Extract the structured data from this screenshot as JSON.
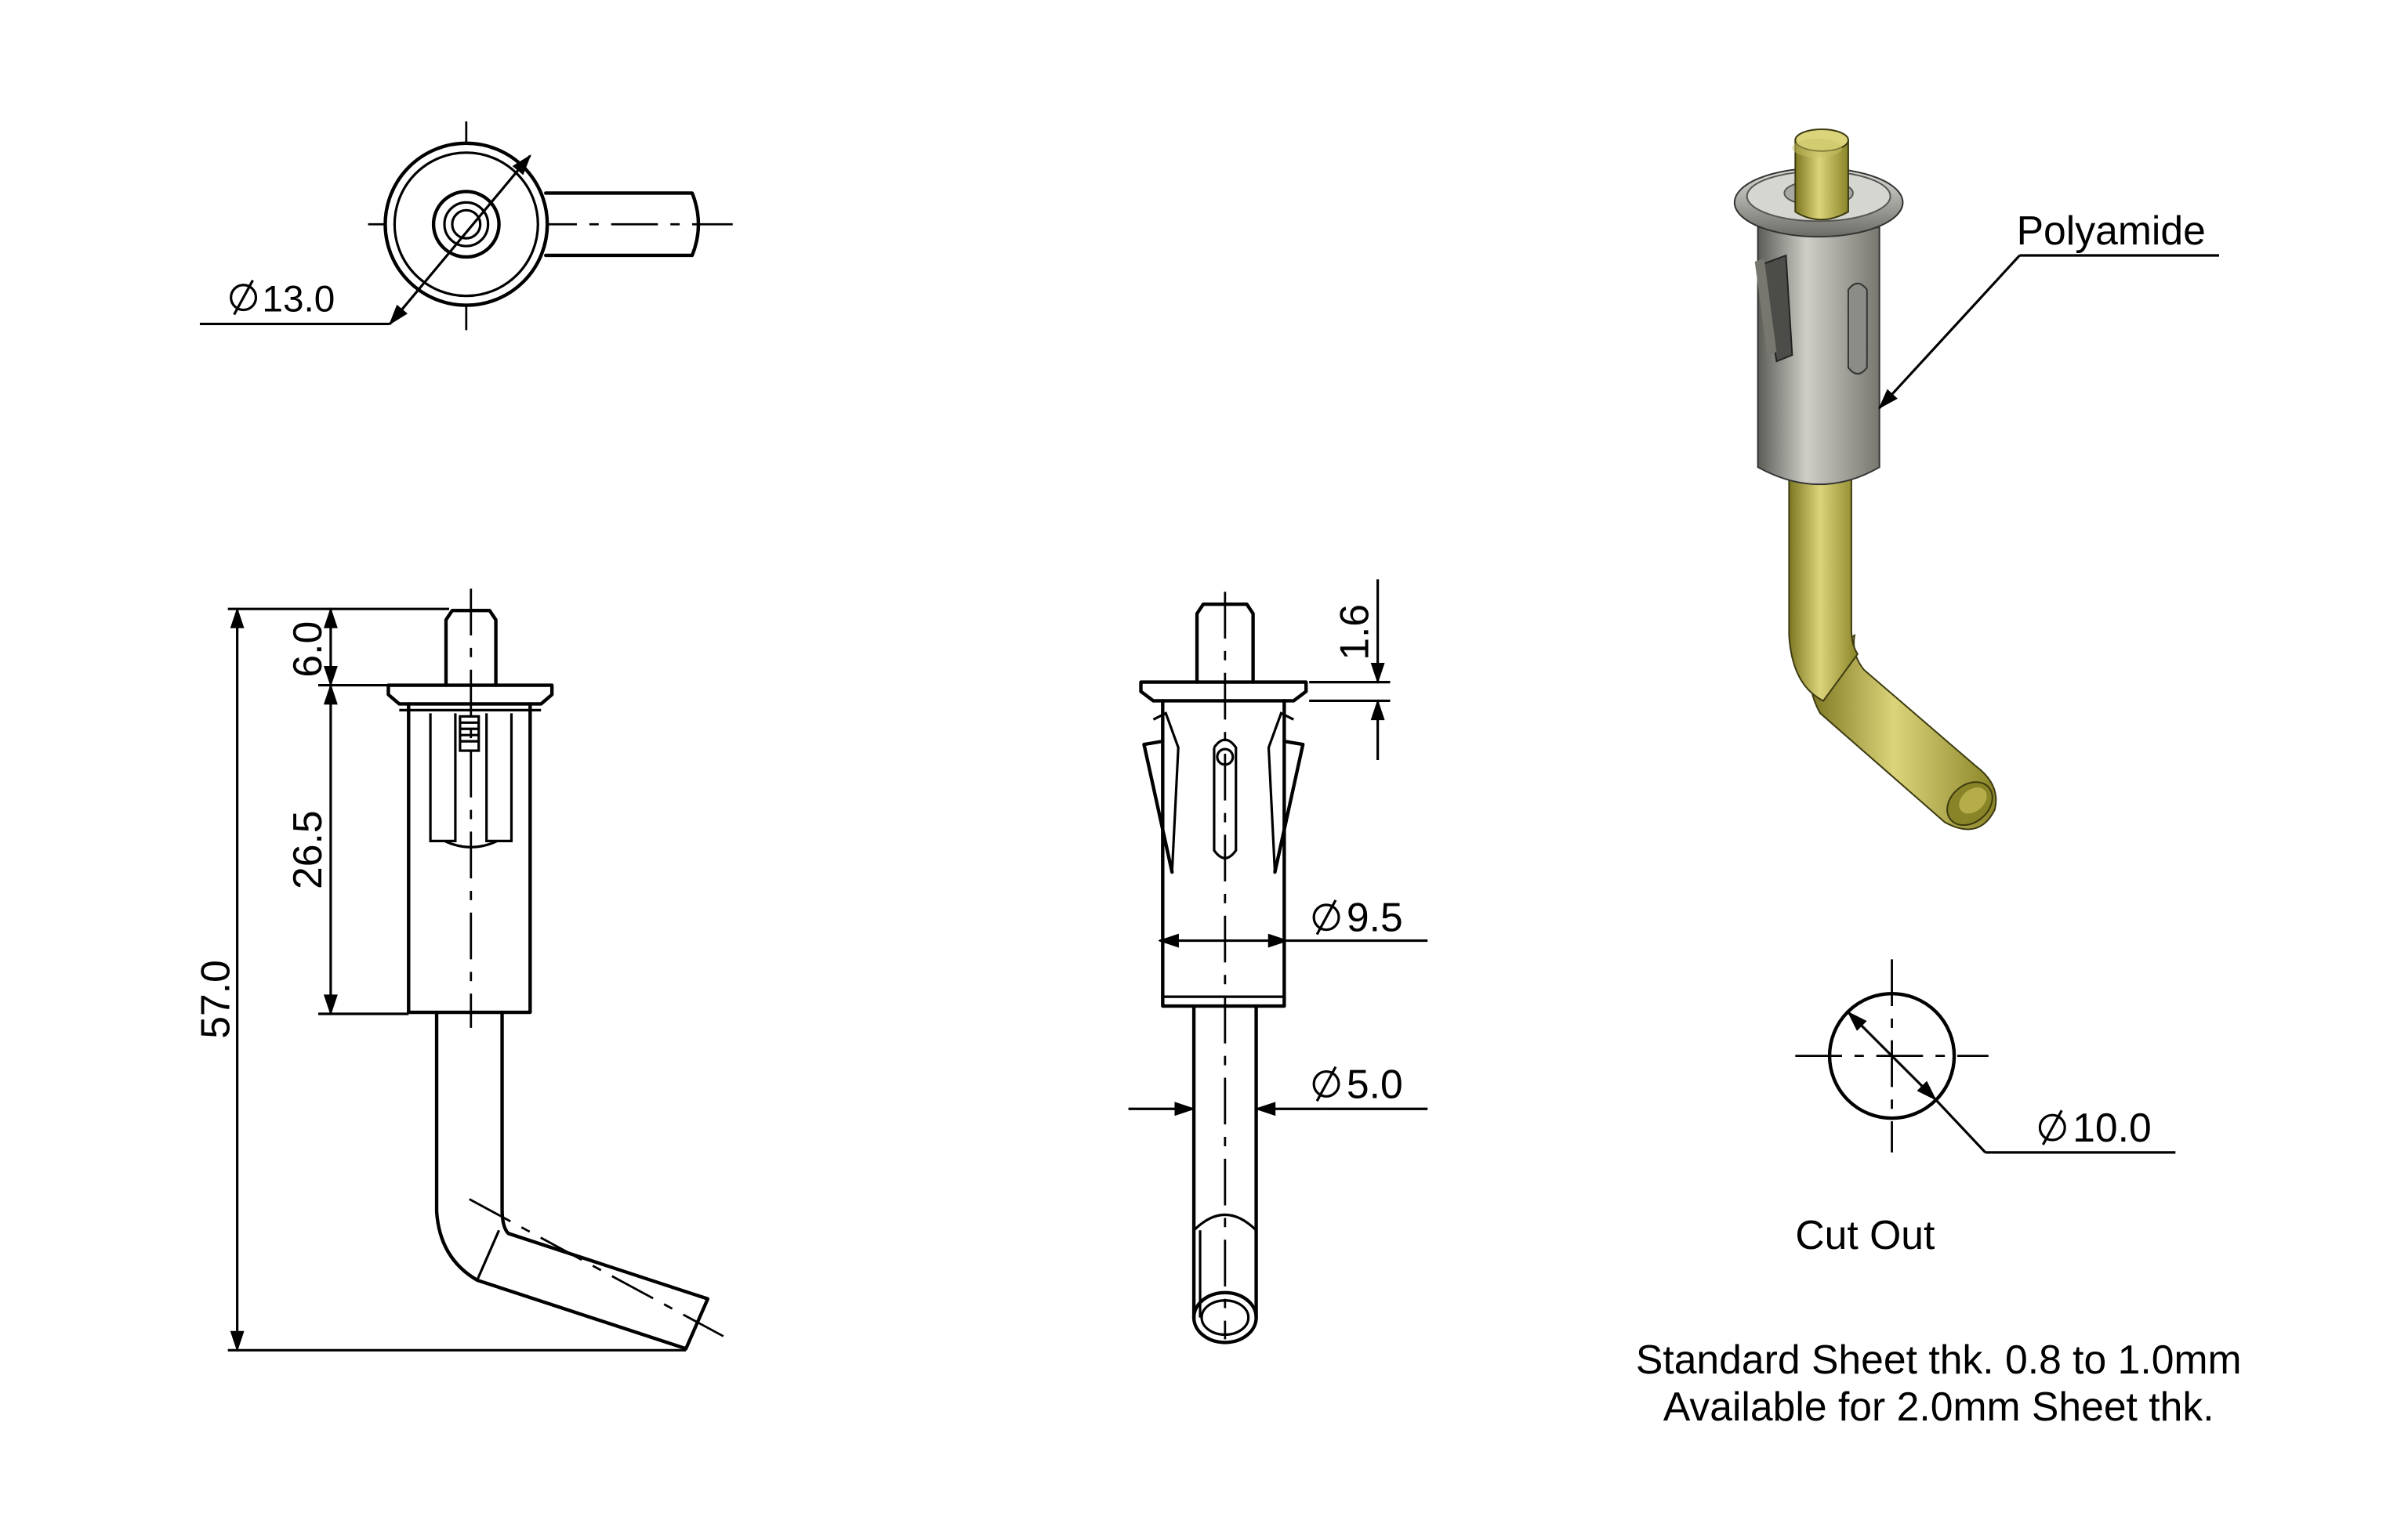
{
  "labels": {
    "dia_top": "13.0",
    "dim_6": "6.0",
    "dim_26": "26.5",
    "dim_57": "57.0",
    "dim_16": "1.6",
    "dia_95": "9.5",
    "dia_50": "5.0",
    "dia_cut": "10.0",
    "material": "Polyamide",
    "cut_out": "Cut Out",
    "note_line1": "Standard Sheet thk. 0.8 to 1.0mm",
    "note_line2": "Available for 2.0mm Sheet thk."
  },
  "colors": {
    "line": "#000000",
    "brass": "#b5ad4a",
    "brass_light": "#dcd47a",
    "brass_dark": "#7d7722",
    "body_gray": "#9a9a94",
    "body_light": "#cfcfc8",
    "body_dark": "#5c5c57"
  }
}
